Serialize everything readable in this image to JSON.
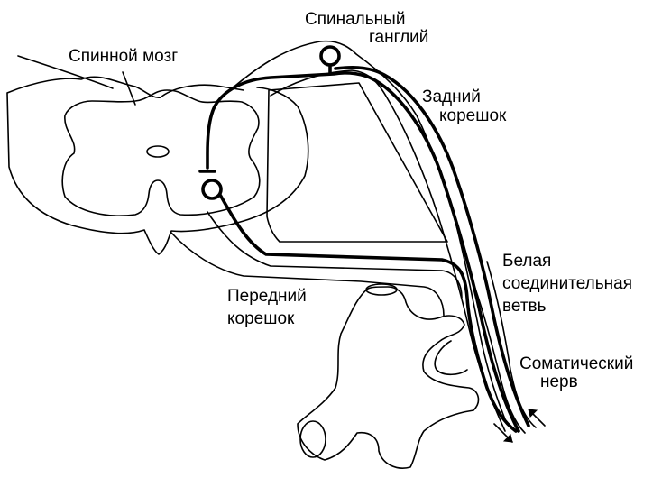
{
  "labels": {
    "spinal_cord": "Спинной  мозг",
    "spinal_ganglion_line1": "Спинальный",
    "spinal_ganglion_line2": "ганглий",
    "dorsal_root_line1": "Задний",
    "dorsal_root_line2": "корешок",
    "white_ramus_line1": "Белая",
    "white_ramus_line2": "соединительная",
    "white_ramus_line3": "ветвь",
    "ventral_root_line1": "Передний",
    "ventral_root_line2": "корешок",
    "somatic_nerve_line1": "Соматический",
    "somatic_nerve_line2": "нерв"
  },
  "colors": {
    "ink": "#000000",
    "background": "#ffffff"
  }
}
